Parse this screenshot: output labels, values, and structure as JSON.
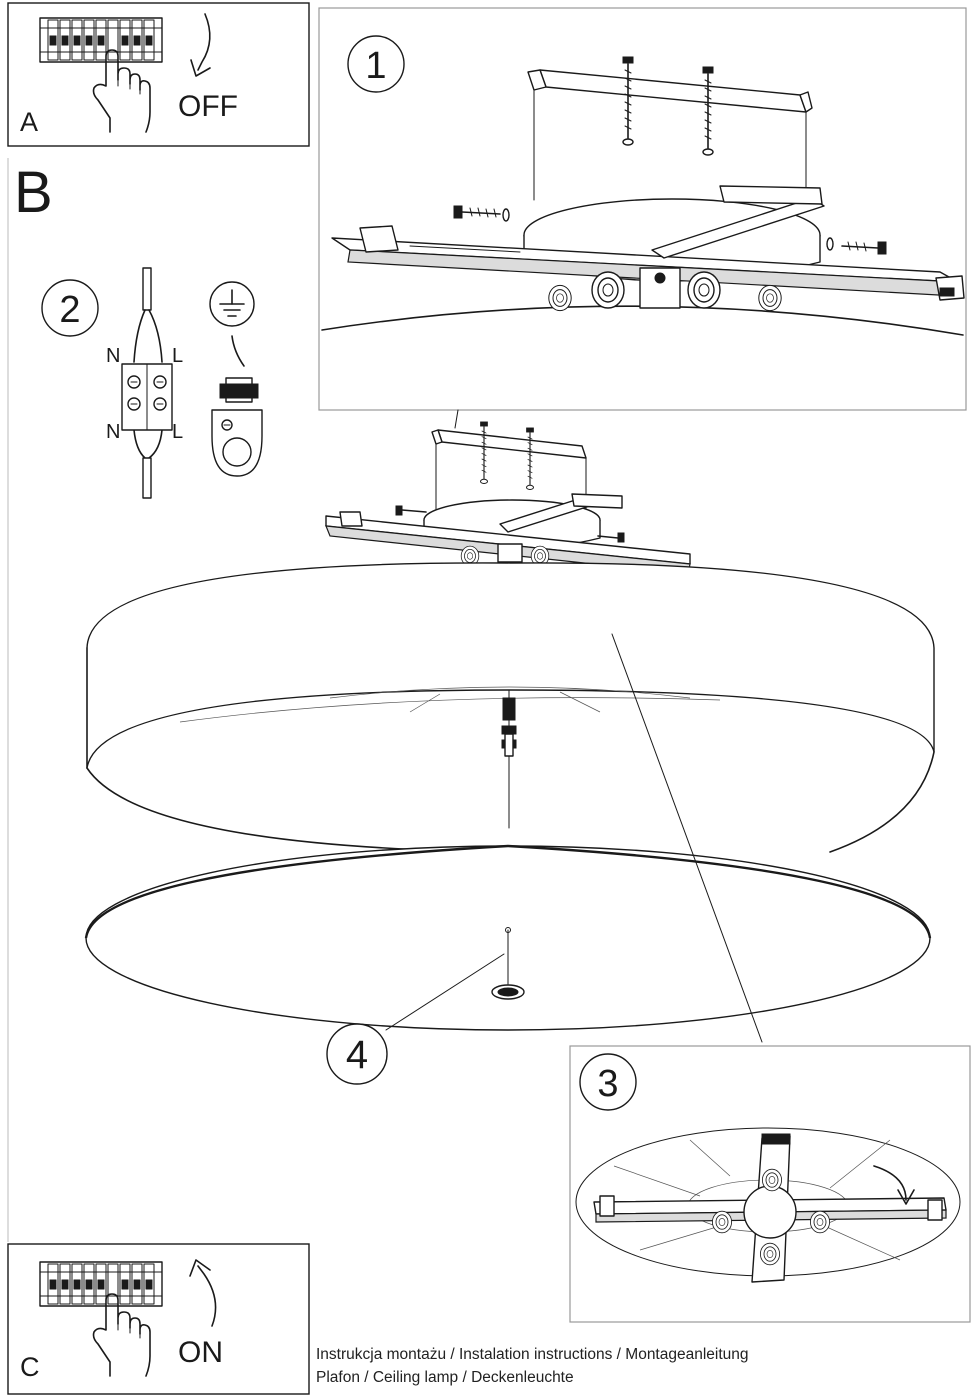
{
  "panel_a": {
    "letter": "A",
    "switch_label": "OFF"
  },
  "panel_b": {
    "letter": "B"
  },
  "panel_c": {
    "letter": "C",
    "switch_label": "ON"
  },
  "steps": {
    "s1": "1",
    "s2": "2",
    "s3": "3",
    "s4": "4"
  },
  "wiring": {
    "n_top": "N",
    "l_top": "L",
    "n_bottom": "N",
    "l_bottom": "L"
  },
  "icons": {
    "ground": "ground-symbol-icon",
    "breaker": "circuit-breaker-icon",
    "hand": "pointing-hand-icon",
    "arrow_off": "curved-arrow-down-icon",
    "arrow_on": "curved-arrow-up-icon"
  },
  "footer": {
    "line1": "Instrukcja montażu / Instalation instructions / Montageanleitung",
    "line2": "Plafon / Ceiling lamp / Deckenleuchte"
  }
}
